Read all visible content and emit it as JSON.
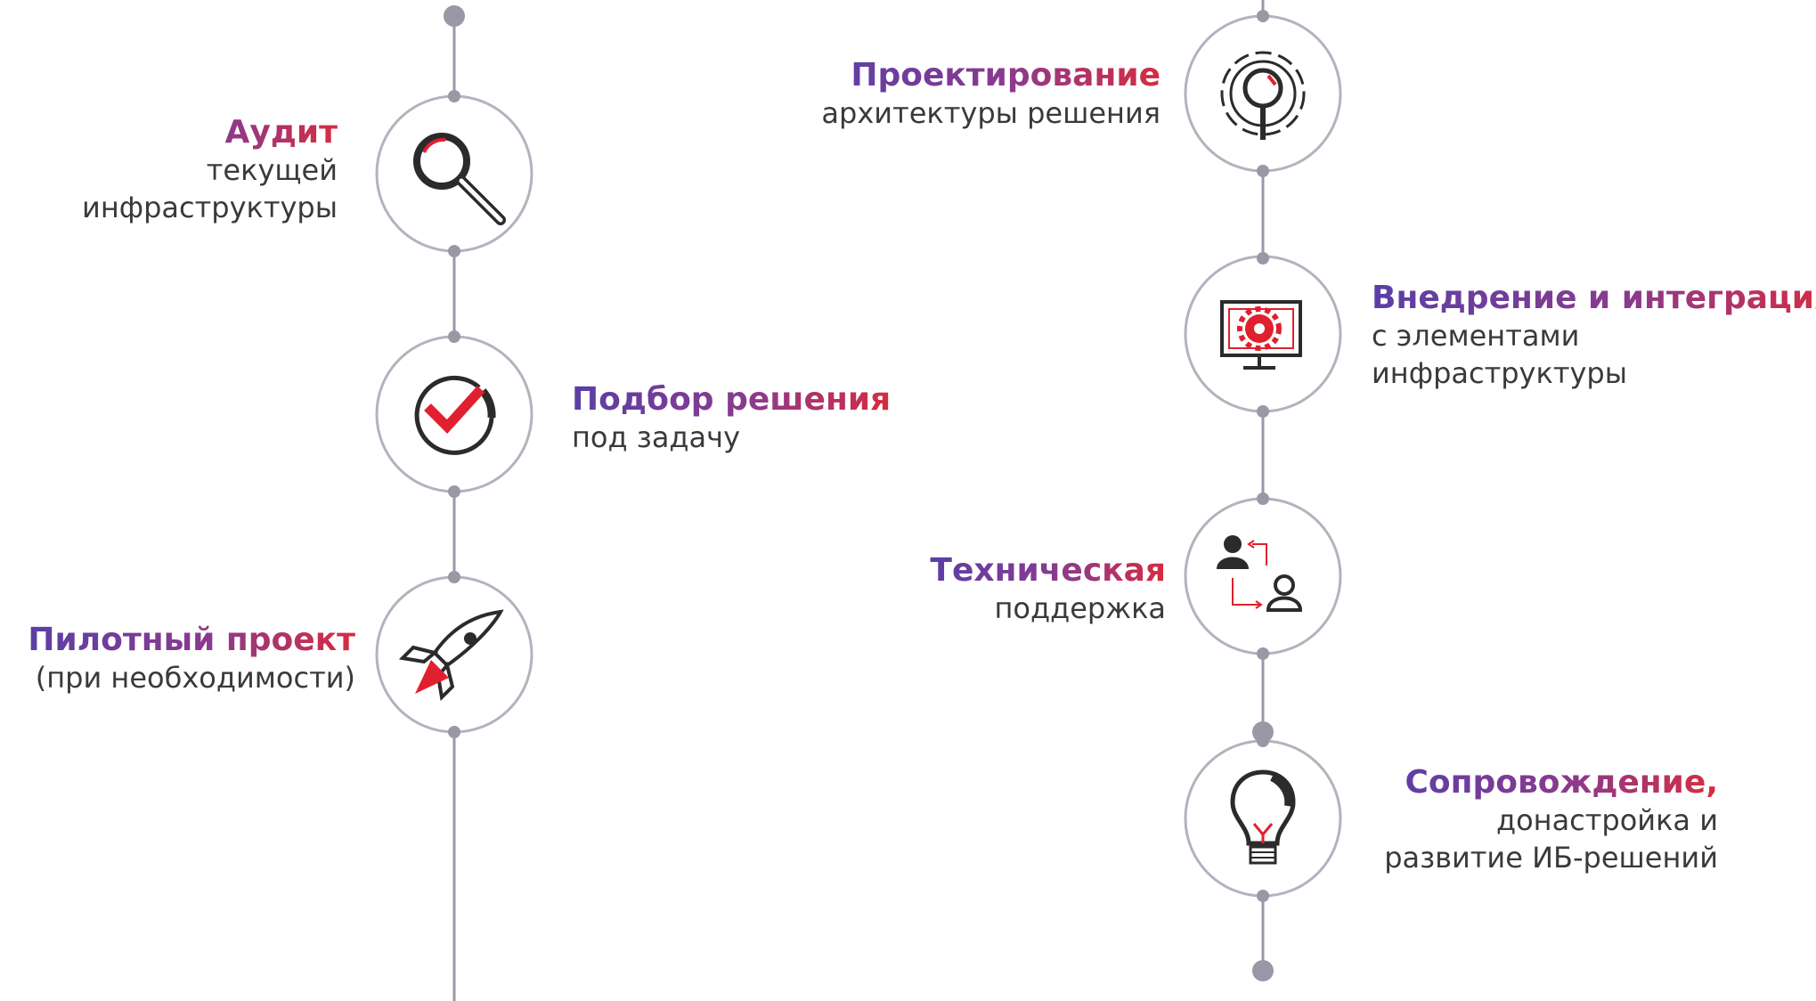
{
  "colors": {
    "line": "#9a98a6",
    "dot": "#9a98a6",
    "circle_stroke": "#b4b2be",
    "icon_dark": "#2b2b2b",
    "accent_red": "#e0202e",
    "title_gradient_start": "#5b3fa6",
    "title_gradient_end": "#d72c3f",
    "text": "#3a3a3a"
  },
  "steps": [
    {
      "id": "audit",
      "icon": "magnifier-icon",
      "title": "Аудит",
      "lines": [
        "текущей",
        "инфраструктуры"
      ]
    },
    {
      "id": "selection",
      "icon": "checkmark-icon",
      "title": "Подбор решения",
      "lines": [
        "под задачу"
      ]
    },
    {
      "id": "pilot",
      "icon": "rocket-icon",
      "title": "Пилотный проект",
      "lines": [
        "(при необходимости)"
      ]
    },
    {
      "id": "design",
      "icon": "gear-wrench-icon",
      "title": "Проектирование",
      "lines": [
        "архитектуры решения"
      ]
    },
    {
      "id": "integration",
      "icon": "monitor-gear-icon",
      "title": "Внедрение и интеграция",
      "lines": [
        "с элементами",
        "инфраструктуры"
      ]
    },
    {
      "id": "support",
      "icon": "users-exchange-icon",
      "title": "Техническая",
      "lines": [
        "поддержка"
      ]
    },
    {
      "id": "maintenance",
      "icon": "lightbulb-icon",
      "title": "Сопровождение,",
      "lines": [
        "донастройка и",
        "развитие ИБ-решений"
      ]
    }
  ]
}
